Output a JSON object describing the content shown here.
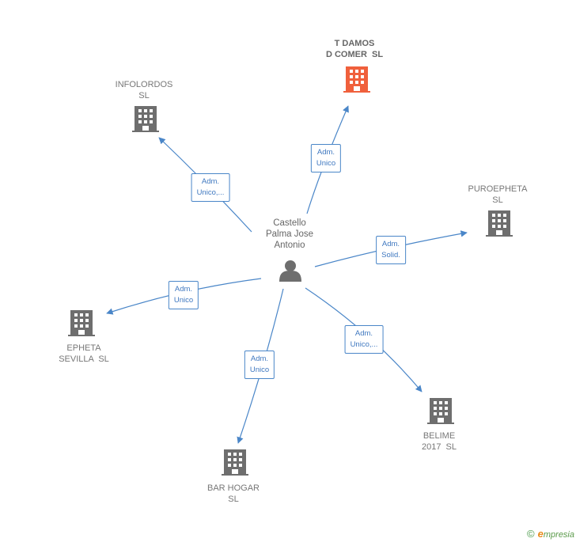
{
  "center": {
    "label": "Castello\nPalma Jose\nAntonio",
    "icon": "person-icon"
  },
  "nodes": [
    {
      "id": "t-damos",
      "label": "T DAMOS\nD COMER  SL",
      "icon": "building-icon",
      "color": "#f0603c",
      "highlight": true
    },
    {
      "id": "infolordos",
      "label": "INFOLORDOS\nSL",
      "icon": "building-icon",
      "color": "#6e6e6e"
    },
    {
      "id": "puroepheta",
      "label": "PUROEPHETA\nSL",
      "icon": "building-icon",
      "color": "#6e6e6e"
    },
    {
      "id": "epheta-sevilla",
      "label": "EPHETA\nSEVILLA  SL",
      "icon": "building-icon",
      "color": "#6e6e6e"
    },
    {
      "id": "belime",
      "label": "BELIME\n2017  SL",
      "icon": "building-icon",
      "color": "#6e6e6e"
    },
    {
      "id": "bar-hogar",
      "label": "BAR HOGAR\nSL",
      "icon": "building-icon",
      "color": "#6e6e6e"
    }
  ],
  "edges": [
    {
      "to": "t-damos",
      "label": "Adm.\nUnico"
    },
    {
      "to": "infolordos",
      "label": "Adm.\nUnico,..."
    },
    {
      "to": "puroepheta",
      "label": "Adm.\nSolid."
    },
    {
      "to": "epheta-sevilla",
      "label": "Adm.\nUnico"
    },
    {
      "to": "belime",
      "label": "Adm.\nUnico,..."
    },
    {
      "to": "bar-hogar",
      "label": "Adm.\nUnico"
    }
  ],
  "footer": {
    "copyright": "©",
    "brand_e": "e",
    "brand_rest": "mpresia"
  },
  "colors": {
    "edge": "#4a86c8",
    "node": "#6e6e6e",
    "highlight": "#f0603c",
    "person": "#6e6e6e"
  }
}
